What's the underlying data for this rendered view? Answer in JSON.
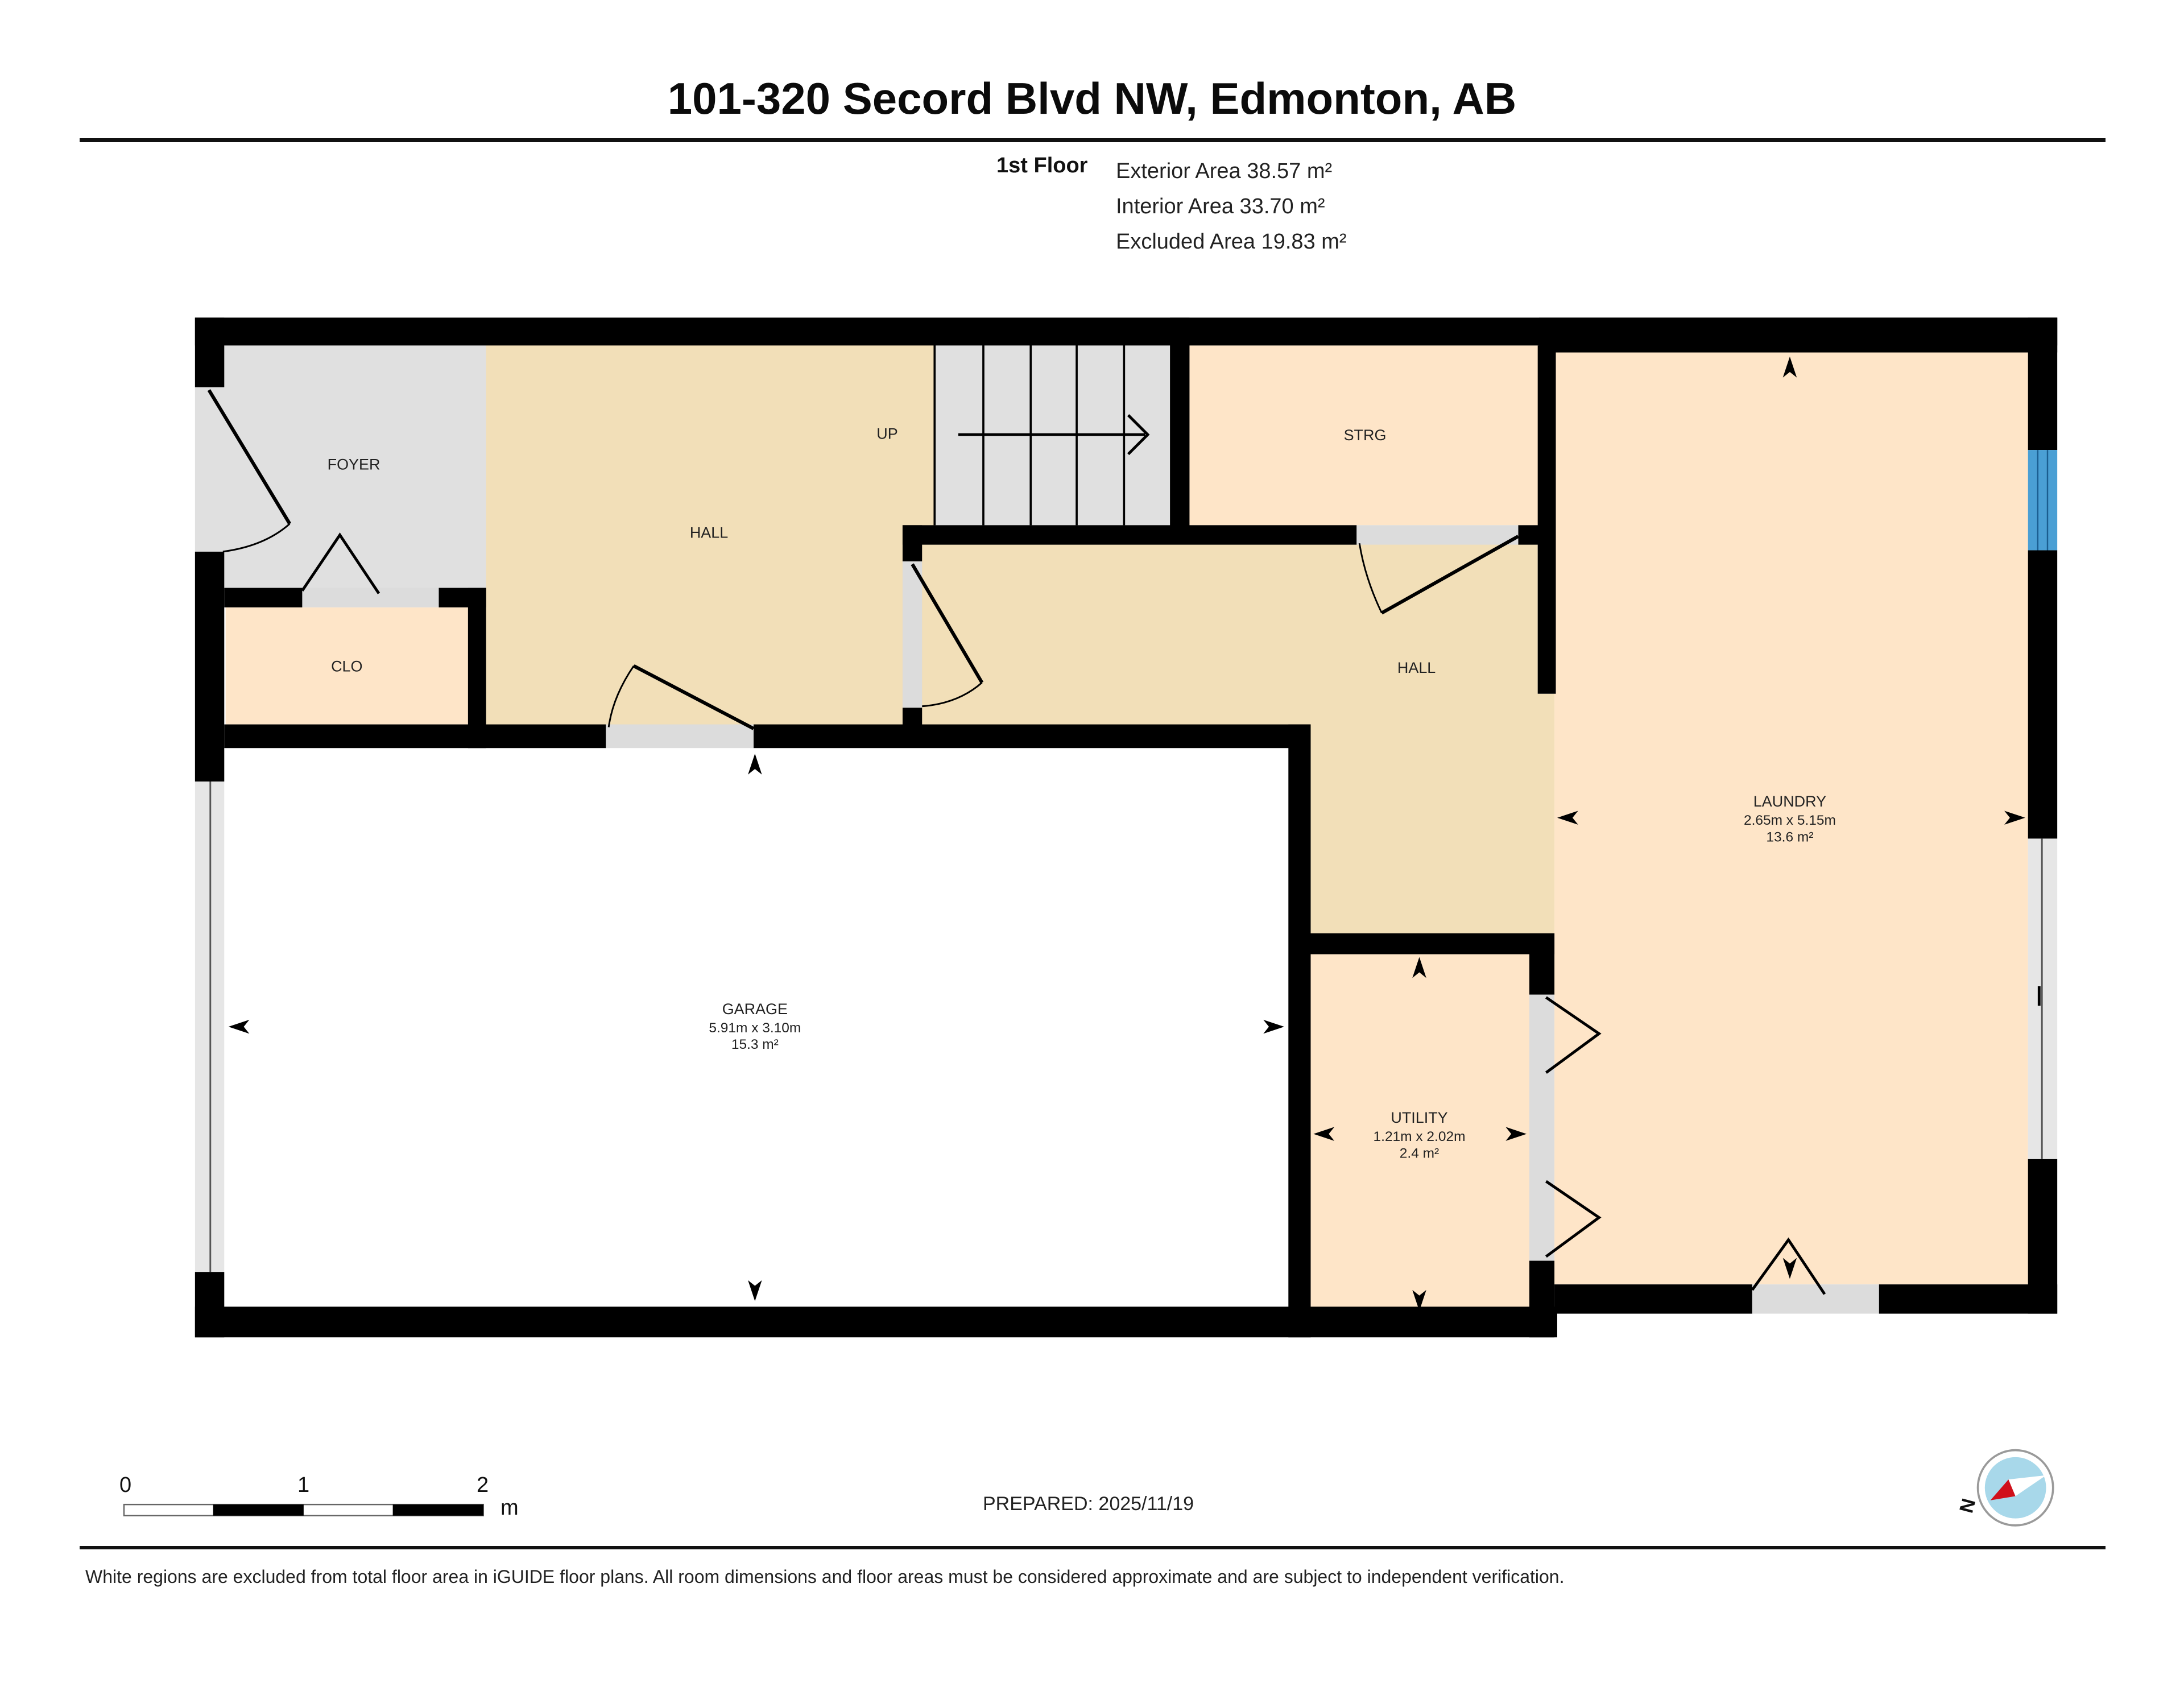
{
  "header": {
    "title": "101-320 Secord Blvd NW, Edmonton, AB"
  },
  "summary": {
    "floor": "1st Floor",
    "exterior_area": "Exterior Area 38.57 m²",
    "interior_area": "Interior Area 33.70 m²",
    "excluded_area": "Excluded Area 19.83 m²"
  },
  "rooms": {
    "foyer": {
      "name": "FOYER"
    },
    "hall_left": {
      "name": "HALL"
    },
    "stairs": {
      "label": "UP"
    },
    "strg": {
      "name": "STRG"
    },
    "hall_right": {
      "name": "HALL"
    },
    "clo": {
      "name": "CLO"
    },
    "garage": {
      "name": "GARAGE",
      "dims": "5.91m x 3.10m",
      "area": "15.3 m²"
    },
    "utility": {
      "name": "UTILITY",
      "dims": "1.21m x 2.02m",
      "area": "2.4 m²"
    },
    "laundry": {
      "name": "LAUNDRY",
      "dims": "2.65m x 5.15m",
      "area": "13.6 m²"
    }
  },
  "colors": {
    "wall": "#000000",
    "foyer_fill": "#e0e0e0",
    "hall_fill": "#f2dfb8",
    "room_fill": "#fee5c8",
    "excluded_fill": "#ffffff",
    "opening_fill": "#dcdcdc",
    "window_accent": "#4a9fd4",
    "compass_red": "#d0101a",
    "compass_blue": "#a8d8ea"
  },
  "scale_bar": {
    "ticks": [
      "0",
      "1",
      "2"
    ],
    "unit": "m"
  },
  "compass": {
    "north_label": "N"
  },
  "footer": {
    "prepared": "PREPARED: 2025/11/19",
    "disclaimer": "White regions are excluded from total floor area in iGUIDE floor plans. All room dimensions and floor areas must be considered approximate and are subject to independent verification."
  }
}
